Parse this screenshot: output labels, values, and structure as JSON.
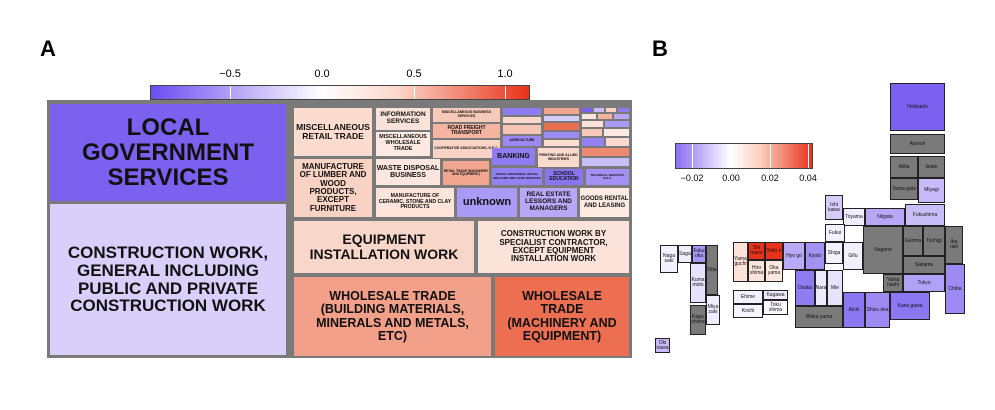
{
  "panels": {
    "a": "A",
    "b": "B"
  },
  "colorbar_a": {
    "ticks": [
      "−0.5",
      "0.0",
      "0.5",
      "1.0"
    ]
  },
  "colorbar_b": {
    "ticks": [
      "−0.02",
      "0.00",
      "0.02",
      "0.04"
    ]
  },
  "colors": {
    "neg": "#7b61f0",
    "pos": "#e8321a",
    "mid": "#ffffff",
    "na": "#7a7a7a"
  },
  "treemap": {
    "large": [
      {
        "id": "local-gov",
        "label": "LOCAL GOVERNMENT SERVICES",
        "color": "#7b61f0"
      },
      {
        "id": "construction-general",
        "label": "CONSTRUCTION WORK, GENERAL INCLUDING PUBLIC AND PRIVATE CONSTRUCTION WORK",
        "color": "#d8d0fb"
      },
      {
        "id": "equipment-installation",
        "label": "EQUIPMENT INSTALLATION WORK",
        "color": "#f8d6c9"
      },
      {
        "id": "construction-specialist",
        "label": "CONSTRUCTION WORK BY SPECIALIST CONTRACTOR, EXCEPT EQUIPMENT INSTALLATION WORK",
        "color": "#fbe3d9"
      },
      {
        "id": "wholesale-building",
        "label": "WHOLESALE TRADE (BUILDING MATERIALS, MINERALS AND METALS, ETC)",
        "color": "#f3a08a"
      },
      {
        "id": "wholesale-machinery",
        "label": "WHOLESALE TRADE (MACHINERY AND EQUIPMENT)",
        "color": "#ec6f52"
      }
    ],
    "medium": [
      {
        "id": "misc-retail",
        "label": "MISCELLANEOUS RETAIL TRADE",
        "color": "#fbdccf"
      },
      {
        "id": "lumber",
        "label": "MANUFACTURE OF LUMBER AND WOOD PRODUCTS, EXCEPT FURNITURE",
        "color": "#f8d2c3"
      },
      {
        "id": "info-services",
        "label": "INFORMATION SERVICES",
        "color": "#fbe2d8"
      },
      {
        "id": "misc-wholesale",
        "label": "MISCELLANEOUS WHOLESALE TRADE",
        "color": "#fde9e1"
      },
      {
        "id": "waste",
        "label": "WASTE DISPOSAL BUSINESS",
        "color": "#fde6dd"
      },
      {
        "id": "ceramic",
        "label": "MANUFACTURE OF CERAMIC, STONE AND CLAY PRODUCTS",
        "color": "#fde4da"
      },
      {
        "id": "unknown",
        "label": "unknown",
        "color": "#a99af5"
      },
      {
        "id": "real-estate",
        "label": "REAL ESTATE LESSORS AND MANAGERS",
        "color": "#b6a8f6"
      },
      {
        "id": "goods-rental",
        "label": "GOODS RENTAL AND LEASING",
        "color": "#fdeae2"
      },
      {
        "id": "misc-business",
        "label": "MISCELLANEOUS BUSINESS SERVICES",
        "color": "#f6c9b9"
      },
      {
        "id": "road-freight",
        "label": "ROAD FREIGHT TRANSPORT",
        "color": "#f4b4a0"
      },
      {
        "id": "cooperative",
        "label": "COOPERATIVE ASSOCIATIONS, N.E.C.",
        "color": "#f9d4c6"
      },
      {
        "id": "retail-trade-machinery",
        "label": "RETAIL TRADE (MACHINERY AND EQUIPMENT)",
        "color": "#f2a690"
      },
      {
        "id": "agriculture",
        "label": "AGRICULTURE",
        "color": "#9b88f3"
      },
      {
        "id": "banking",
        "label": "BANKING",
        "color": "#8f7bf2"
      },
      {
        "id": "printing",
        "label": "PRINTING AND ALLIED INDUSTRIES",
        "color": "#fbd9cc"
      },
      {
        "id": "social-insurance",
        "label": "SOCIAL INSURANCE, SOCIAL WELFARE AND CARE SERVICES",
        "color": "#9482f2"
      },
      {
        "id": "school-education",
        "label": "SCHOOL EDUCATION",
        "color": "#8a75f1"
      },
      {
        "id": "technical-services",
        "label": "TECHNICAL SERVICES, N.E.C.",
        "color": "#a392f4"
      }
    ]
  },
  "map": {
    "prefectures": [
      {
        "name": "Hokkaido",
        "color": "#7b61f0"
      },
      {
        "name": "Aomori",
        "color": "#7a7a7a"
      },
      {
        "name": "Akita",
        "color": "#7a7a7a"
      },
      {
        "name": "Iwate",
        "color": "#7a7a7a"
      },
      {
        "name": "Yama gata",
        "color": "#7a7a7a"
      },
      {
        "name": "Miyagi",
        "color": "#c6bbf8"
      },
      {
        "name": "Ishi kawa",
        "color": "#d5ccfa"
      },
      {
        "name": "Toyama",
        "color": "#f0edfe"
      },
      {
        "name": "Niigata",
        "color": "#b6a8f6"
      },
      {
        "name": "Fukushima",
        "color": "#c9bff8"
      },
      {
        "name": "Fukui",
        "color": "#f4f1fe"
      },
      {
        "name": "Gifu",
        "color": "#f2effe"
      },
      {
        "name": "Nagano",
        "color": "#7a7a7a"
      },
      {
        "name": "Gunma",
        "color": "#7a7a7a"
      },
      {
        "name": "Tochigi",
        "color": "#7a7a7a"
      },
      {
        "name": "Iba raki",
        "color": "#7a7a7a"
      },
      {
        "name": "Saitama",
        "color": "#7a7a7a"
      },
      {
        "name": "Yama nashi",
        "color": "#7a7a7a"
      },
      {
        "name": "Tokyo",
        "color": "#b0a2f6"
      },
      {
        "name": "Chiba",
        "color": "#9d8bf3"
      },
      {
        "name": "Aichi",
        "color": "#8b77f1"
      },
      {
        "name": "Shizu oka",
        "color": "#9d8bf3"
      },
      {
        "name": "Kana gawa",
        "color": "#8b77f1"
      },
      {
        "name": "Shiga",
        "color": "#f4f1fe"
      },
      {
        "name": "Kyoto",
        "color": "#a292f4"
      },
      {
        "name": "Hyo go",
        "color": "#b8aaf6"
      },
      {
        "name": "Osaka",
        "color": "#8f7bf2"
      },
      {
        "name": "Nara",
        "color": "#eeeafd"
      },
      {
        "name": "Mie",
        "color": "#e8e3fd"
      },
      {
        "name": "Waka yama",
        "color": "#7a7a7a"
      },
      {
        "name": "Totto ri",
        "color": "#e8321a"
      },
      {
        "name": "Shi mane",
        "color": "#e8321a"
      },
      {
        "name": "Oka yama",
        "color": "#fde9e1"
      },
      {
        "name": "Hiro shima",
        "color": "#fde4da"
      },
      {
        "name": "Yama guchi",
        "color": "#fde2d8"
      },
      {
        "name": "Ehime",
        "color": "#f4f1fe"
      },
      {
        "name": "Kagawa",
        "color": "#efebfd"
      },
      {
        "name": "Toku shima",
        "color": "#fbfaff"
      },
      {
        "name": "Kochi",
        "color": "#f6f4fe"
      },
      {
        "name": "Fuku oka",
        "color": "#a696f5"
      },
      {
        "name": "Saga",
        "color": "#f0edfe"
      },
      {
        "name": "Naga saki",
        "color": "#f4f1fe"
      },
      {
        "name": "Oita",
        "color": "#7a7a7a"
      },
      {
        "name": "Kuma moto",
        "color": "#e6e1fd"
      },
      {
        "name": "Miya zaki",
        "color": "#f0edfe"
      },
      {
        "name": "Kago shima",
        "color": "#7a7a7a"
      },
      {
        "name": "Oki nawa",
        "color": "#c6bbf8"
      }
    ]
  }
}
